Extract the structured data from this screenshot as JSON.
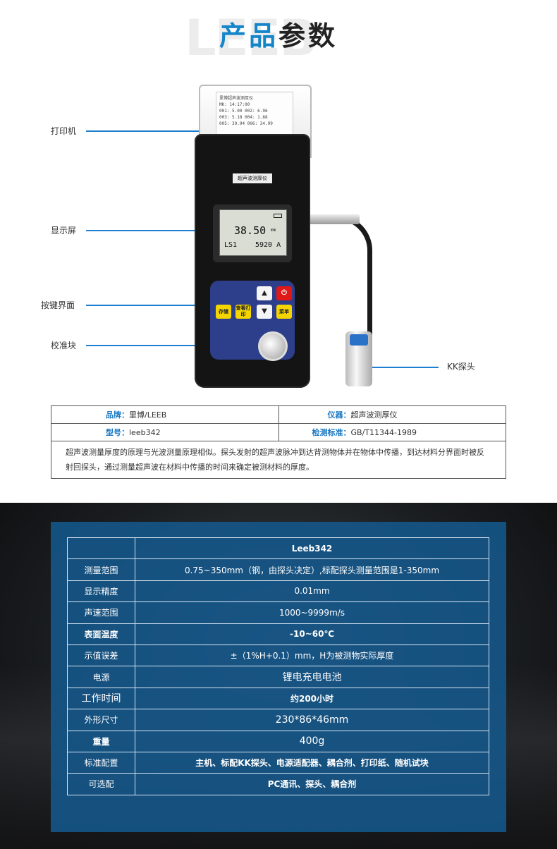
{
  "header": {
    "ghost_text": "LEEB",
    "title_part1": "产品",
    "title_part2": "参数"
  },
  "device": {
    "callouts": {
      "printer": "打印机",
      "display": "显示屏",
      "keypad": "按键界面",
      "calibration": "校准块",
      "probe": "KK探头"
    },
    "body_label": "超声波测厚仪",
    "screen": {
      "reading": "38.50",
      "unit": "mm",
      "ls": "LS1",
      "speed": "5920  A"
    },
    "keys": {
      "store": "存储",
      "view_print": "查看打印",
      "menu": "菜单",
      "up": "▲",
      "down": "▼",
      "power": "⏻"
    },
    "printout": {
      "line1": "里博超声波测厚仪",
      "line2": "MK: 14:17:00",
      "line3": "001: 5.00  002: 6.96",
      "line4": "003: 5.18  004: 1.88",
      "line5": "005: 39.94 006: 34.99"
    }
  },
  "info": {
    "brand_key": "品牌：",
    "brand_val": "里博/LEEB",
    "instrument_key": "仪器：",
    "instrument_val": "超声波测厚仪",
    "model_key": "型号：",
    "model_val": "leeb342",
    "standard_key": "检测标准：",
    "standard_val": "GB/T11344-1989",
    "description": "超声波测量厚度的原理与光波测量原理相似。探头发射的超声波脉冲到达背测物体并在物体中传播，到达材料分界面时被反射回探头，通过测量超声波在材料中传播的时间来确定被测材料的厚度。"
  },
  "spec": {
    "header_model": "Leeb342",
    "rows": [
      {
        "key": "测量范围",
        "value": "0.75~350mm（钢，由探头决定）,标配探头测量范围是1-350mm"
      },
      {
        "key": "显示精度",
        "value": "0.01mm"
      },
      {
        "key": "声速范围",
        "value": "1000~9999m/s"
      },
      {
        "key": "表面温度",
        "value": "-10~60℃"
      },
      {
        "key": "示值误差",
        "value": "±（1%H+0.1）mm，H为被测物实际厚度"
      },
      {
        "key": "电源",
        "value": "锂电充电电池"
      },
      {
        "key": "工作时间",
        "value": "约200小时"
      },
      {
        "key": "外形尺寸",
        "value": "230*86*46mm"
      },
      {
        "key": "重量",
        "value": "400g"
      },
      {
        "key": "标准配置",
        "value": "主机、标配KK探头、电源适配器、耦合剂、打印纸、随机试块"
      },
      {
        "key": "可选配",
        "value": "PC通讯、探头、耦合剂"
      }
    ]
  }
}
